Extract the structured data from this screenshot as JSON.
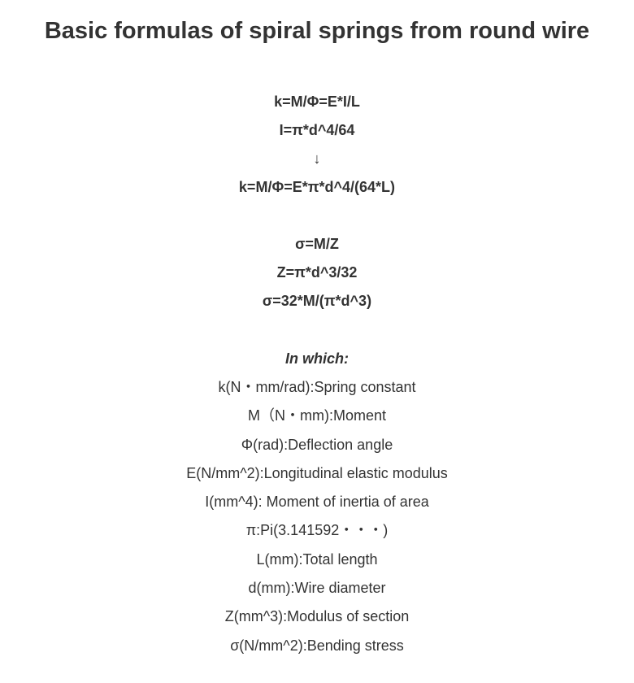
{
  "title": "Basic formulas of spiral springs from round wire",
  "spring_constant_formulas": [
    "k=M/Φ=E*I/L",
    "I=π*d^4/64",
    "↓",
    "k=M/Φ=E*π*d^4/(64*L)"
  ],
  "stress_formulas": [
    "σ=M/Z",
    "Z=π*d^3/32",
    "σ=32*M/(π*d^3)"
  ],
  "legend": {
    "heading": "In which:",
    "items": [
      "k(N・mm/rad):Spring constant",
      "M（N・mm):Moment",
      "Φ(rad):Deflection angle",
      "E(N/mm^2):Longitudinal elastic modulus",
      "I(mm^4): Moment of inertia of area",
      "π:Pi(3.141592・・・)",
      "L(mm):Total length",
      "d(mm):Wire diameter",
      "Z(mm^3):Modulus of section",
      "σ(N/mm^2):Bending stress"
    ]
  }
}
